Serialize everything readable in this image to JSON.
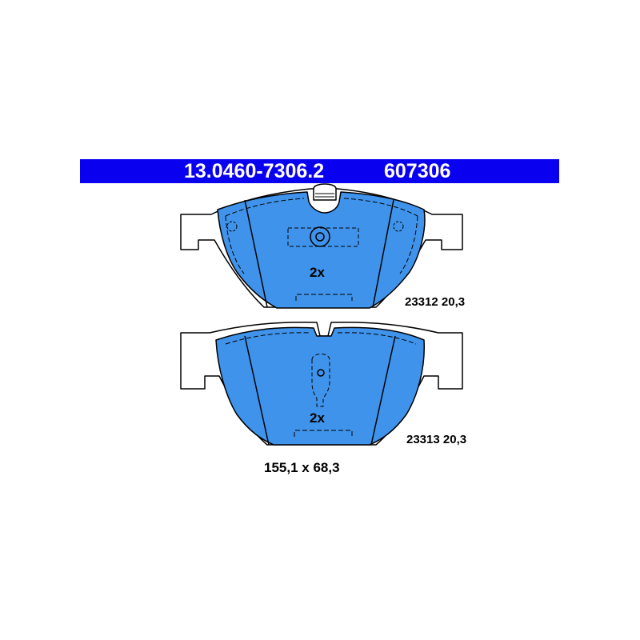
{
  "header": {
    "article_number": "13.0460-7306.2",
    "short_number": "607306",
    "background_color": "#0a00f0",
    "text_color": "#ffffff"
  },
  "pads": [
    {
      "quantity": "2x",
      "code": "23312 20,3"
    },
    {
      "quantity": "2x",
      "code": "23313 20,3"
    }
  ],
  "dimensions": "155,1 x 68,3",
  "colors": {
    "pad_fill": "#3f93ea",
    "outline": "#000000"
  }
}
